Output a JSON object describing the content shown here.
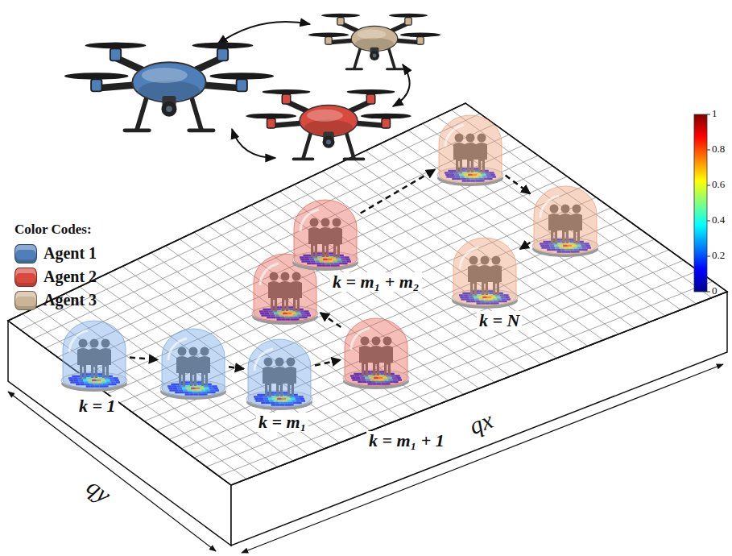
{
  "diagram": {
    "nodes": [
      {
        "text": [
          "k = 1"
        ]
      },
      {
        "text": []
      },
      {
        "text": [
          "k = m₁"
        ]
      },
      {
        "text": [
          "k = m₁ + 1"
        ]
      },
      {
        "text": []
      },
      {
        "text": [
          "k = m₁ + m₂"
        ]
      },
      {
        "text": []
      },
      {
        "text": []
      },
      {
        "text": [
          "k = N"
        ]
      }
    ],
    "edges": [
      {
        "from": 0,
        "to": 1,
        "arrow": "to"
      },
      {
        "from": 1,
        "to": 2,
        "arrow": "to"
      },
      {
        "from": 2,
        "to": 3,
        "arrow": "to"
      },
      {
        "from": 3,
        "to": 4,
        "arrow": "to"
      },
      {
        "from": 5,
        "to": 6,
        "arrow": "to"
      },
      {
        "from": 6,
        "to": 7,
        "arrow": "to"
      },
      {
        "from": 7,
        "to": 8,
        "arrow": "to"
      }
    ],
    "labels": [
      "Color Codes:",
      "qx",
      "qy",
      "1",
      "0.8",
      "0.6",
      "0.4",
      "0.2",
      "0"
    ],
    "legend": [
      {
        "text": "Agent 1",
        "color": "#4f7fb8"
      },
      {
        "text": "Agent 2",
        "color": "#d8493e"
      },
      {
        "text": "Agent 3",
        "color": "#cbb596"
      }
    ]
  }
}
